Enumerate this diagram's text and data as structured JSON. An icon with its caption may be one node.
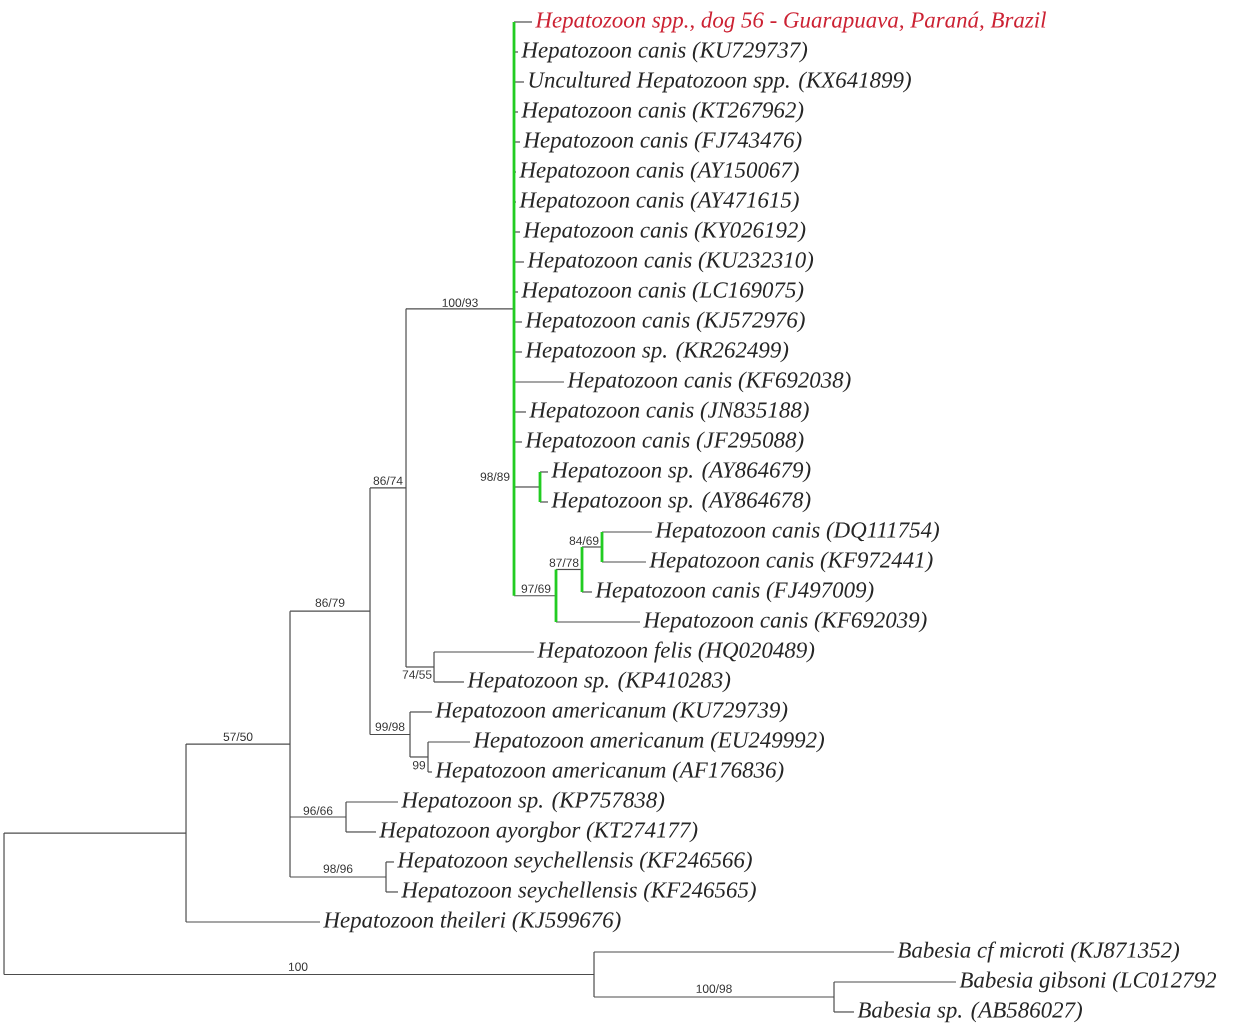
{
  "diagram": {
    "labels": [
      "Hepatozoon spp., dog 56 - Guarapuava, Paraná, Brazil",
      "Hepatozoon canis (KU729737)",
      "Uncultured Hepatozoon spp. (KX641899)",
      "Hepatozoon canis (KT267962)",
      "Hepatozoon canis (FJ743476)",
      "Hepatozoon canis (AY150067)",
      "Hepatozoon canis (AY471615)",
      "Hepatozoon canis (KY026192)",
      "Hepatozoon canis (KU232310)",
      "100/93",
      "Hepatozoon canis (LC169075)",
      "Hepatozoon canis (KJ572976)",
      "Hepatozoon sp. (KR262499)",
      "Hepatozoon canis (KF692038)",
      "Hepatozoon canis (JN835188)",
      "Hepatozoon canis (JF295088)",
      "86/74",
      "98/89",
      "Hepatozoon sp. (AY864679)",
      "Hepatozoon sp. (AY864678)",
      "84/69",
      "Hepatozoon canis (DQ111754)",
      "87/78",
      "Hepatozoon canis (KF972441)",
      "97/69",
      "Hepatozoon canis (FJ497009)",
      "86/79",
      "Hepatozoon canis (KF692039)",
      "Hepatozoon felis (HQ020489)",
      "74/55",
      "Hepatozoon sp. (KP410283)",
      "Hepatozoon americanum (KU729739)",
      "99/98",
      "Hepatozoon americanum (EU249992)",
      "57/50",
      "99",
      "Hepatozoon americanum (AF176836)",
      "96/66",
      "Hepatozoon sp. (KP757838)",
      "Hepatozoon ayorgbor (KT274177)",
      "98/96",
      "Hepatozoon seychellensis (KF246566)",
      "Hepatozoon seychellensis (KF246565)",
      "Hepatozoon theileri (KJ599676)",
      "Babesia cf microti (KJ871352)",
      "100",
      "Babesia gibsoni (LC012792",
      "100/98",
      "Babesia sp. (AB586027)"
    ]
  }
}
